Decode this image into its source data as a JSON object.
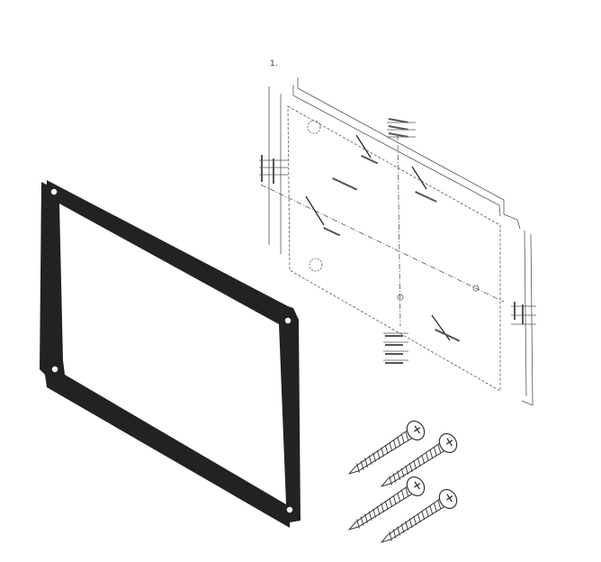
{
  "figure": {
    "template_marker": "1.",
    "template_labels": [
      "",
      "",
      "",
      "",
      "",
      "",
      "",
      "",
      "",
      "",
      "",
      "",
      "",
      "",
      "",
      ""
    ],
    "colors": {
      "gasket": "#222222",
      "outline": "#333333",
      "template_lines": "#555555",
      "background": "#ffffff"
    },
    "parts": {
      "gasket": "gasket",
      "template": "mounting-template",
      "screws": "screw",
      "screw_count": 4
    }
  }
}
